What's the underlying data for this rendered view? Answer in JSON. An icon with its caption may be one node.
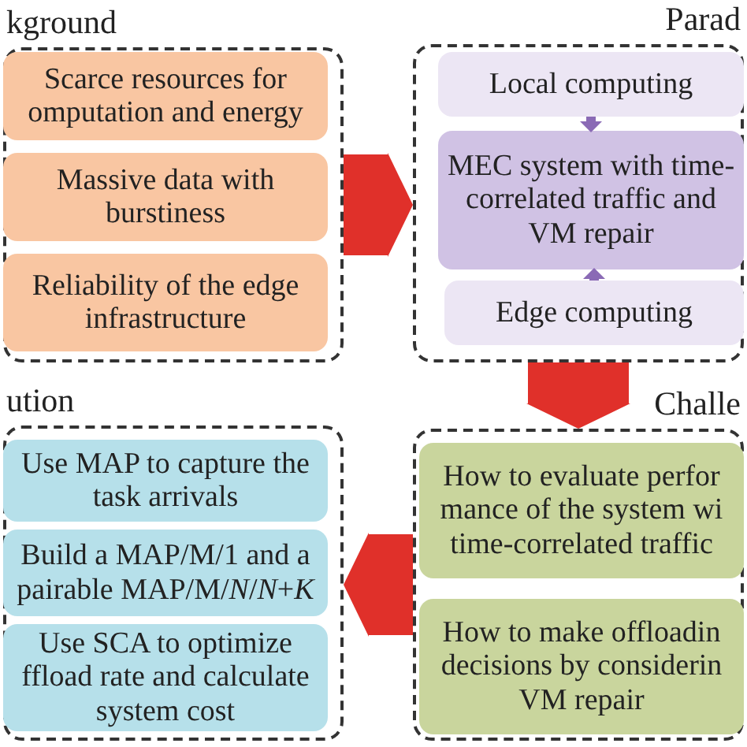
{
  "diagram": {
    "nodes": [
      {
        "text": [
          "kground"
        ]
      },
      {
        "text": [
          "Scarce resources for omputation and energy"
        ],
        "in": 0
      },
      {
        "text": [
          "Massive data with burstiness"
        ],
        "in": 0
      },
      {
        "text": [
          "Reliability of the edge infrastructure"
        ],
        "in": 0
      },
      {
        "text": [
          "Parad"
        ]
      },
      {
        "text": [
          "Local computing"
        ],
        "in": 4
      },
      {
        "text": [
          "MEC system with time-correlated traffic and VM repair"
        ],
        "in": 4
      },
      {
        "text": [
          "Edge computing"
        ],
        "in": 4
      },
      {
        "text": [
          "ution"
        ]
      },
      {
        "text": [
          "Use MAP to capture the task arrivals"
        ],
        "in": 8
      },
      {
        "text": [
          "Build a MAP/M/1 and a pairable MAP/M/*N*/*N*+*K*"
        ],
        "in": 8
      },
      {
        "text": [
          "Use SCA to optimize ffload rate and calculate system cost"
        ],
        "in": 8
      },
      {
        "text": [
          "Challe"
        ]
      },
      {
        "text": [
          "How to evaluate perfor mance of the system wi time-correlated traffic"
        ],
        "in": 12
      },
      {
        "text": [
          "How to make offloadin decisions by considerin VM repair"
        ],
        "in": 12
      }
    ],
    "edges": [
      {
        "from": 0,
        "to": 4,
        "arrow": "to"
      },
      {
        "from": 5,
        "to": 6,
        "arrow": "to",
        "color": "#8a6ab5"
      },
      {
        "from": 7,
        "to": 6,
        "arrow": "to",
        "color": "#8a6ab5"
      },
      {
        "from": 4,
        "to": 12,
        "arrow": "to"
      },
      {
        "from": 12,
        "to": 8,
        "arrow": "to"
      }
    ]
  }
}
